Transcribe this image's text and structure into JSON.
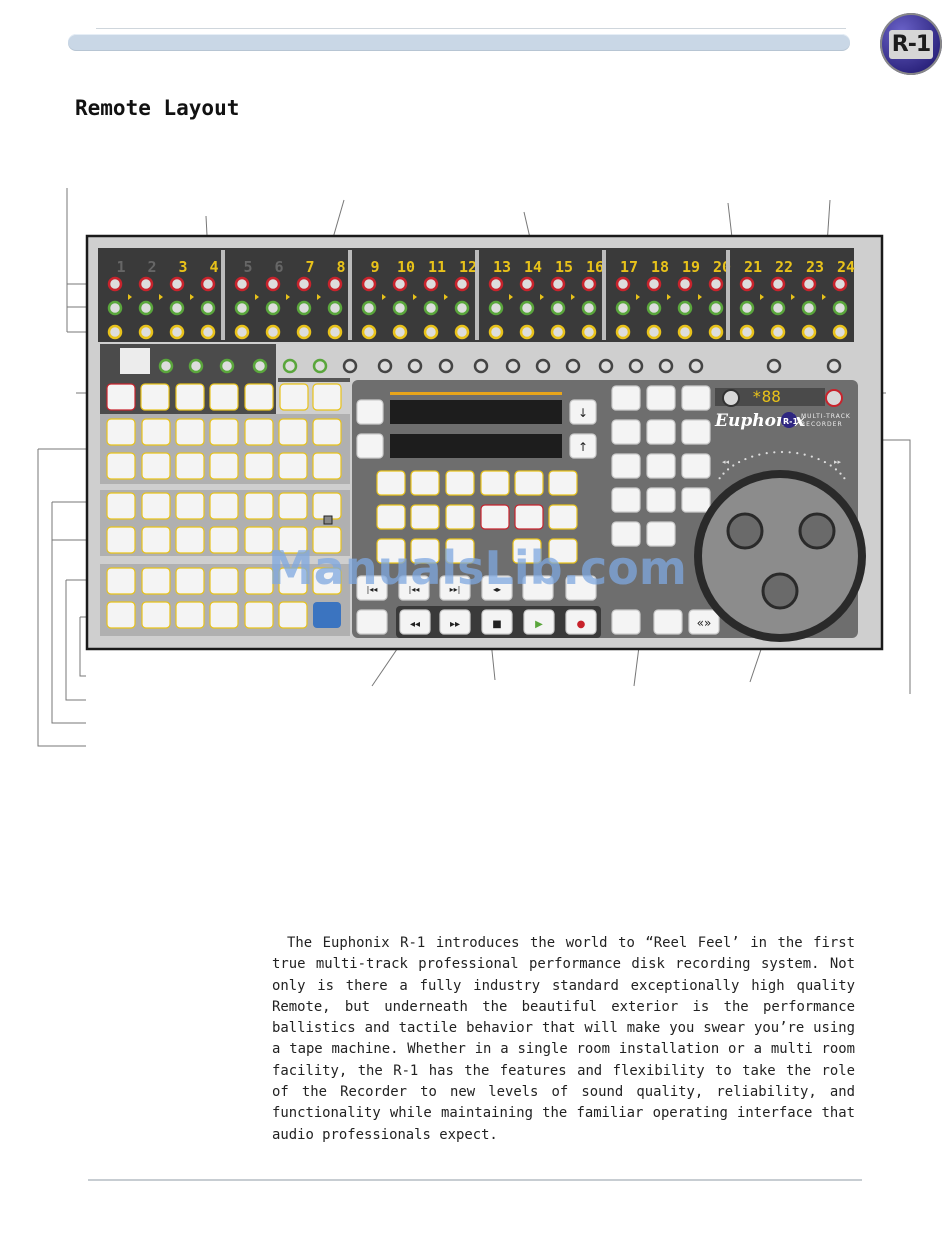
{
  "header": {
    "logo_text": "R-1",
    "logo_r": "R",
    "logo_1": "-1"
  },
  "page": {
    "title": "Remote Layout"
  },
  "remote": {
    "track_numbers": [
      "1",
      "2",
      "3",
      "4",
      "5",
      "6",
      "7",
      "8",
      "9",
      "10",
      "11",
      "12",
      "13",
      "14",
      "15",
      "16",
      "17",
      "18",
      "19",
      "20",
      "21",
      "22",
      "23",
      "24"
    ],
    "brand": "Euphonix",
    "badge": "R-1",
    "tagline_1": "MULTI-TRACK",
    "tagline_2": "RECORDER",
    "readout": "*88",
    "watermark": "ManualsLib.com",
    "transport_marks": [
      "|◂◂",
      "|◂◂",
      "▸▸|",
      "◂▸",
      "◂◂",
      "▸▸",
      "■",
      "▶",
      "●"
    ],
    "shuttle_marks": [
      "◂◂",
      "▸▸"
    ],
    "arrow_down": "↓",
    "arrow_up": "↑",
    "scrub_icon": "«»"
  },
  "body": {
    "paragraph": "The Euphonix R-1 introduces the world to “Reel Feel’ in the first true multi-track professional performance disk recording system.  Not only is there a fully industry standard exceptionally high quality Remote, but underneath the beautiful exterior is the performance ballistics and tactile behavior that will make you swear you’re using a tape machine.  Whether in a single room installation or a multi room facility, the R-1 has the features and flexibility to take the role of the Recorder to new levels of sound quality, reliability, and functionality while maintaining the familiar operating interface that audio professionals expect."
  },
  "colors": {
    "panel_dark": "#3d3d3d",
    "panel_mid": "#7a7a7a",
    "panel_light": "#bdbdbd",
    "key_face": "#f4f4f4",
    "amber": "#e8c21a",
    "red": "#c8232c",
    "green": "#5aa63c",
    "watermark": "#7fa8e0"
  }
}
